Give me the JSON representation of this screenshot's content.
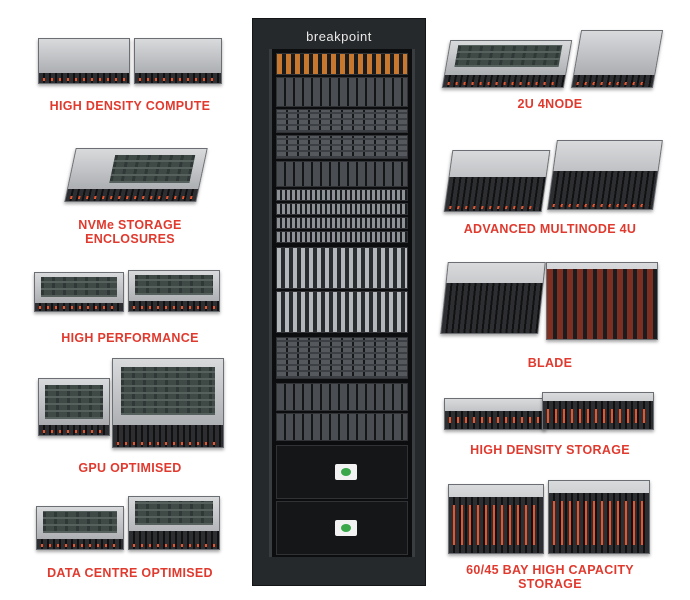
{
  "rack": {
    "brand": "breakpoint"
  },
  "left_products": [
    {
      "label": "HIGH DENSITY COMPUTE"
    },
    {
      "label": "NVMe STORAGE\nENCLOSURES"
    },
    {
      "label": "HIGH PERFORMANCE"
    },
    {
      "label": "GPU OPTIMISED"
    },
    {
      "label": "DATA CENTRE OPTIMISED"
    }
  ],
  "right_products": [
    {
      "label": "2U 4NODE"
    },
    {
      "label": "ADVANCED MULTINODE 4U"
    },
    {
      "label": "BLADE"
    },
    {
      "label": "HIGH DENSITY STORAGE"
    },
    {
      "label": "60/45 BAY HIGH CAPACITY\nSTORAGE"
    }
  ],
  "colors": {
    "label": "#e03a2f",
    "rack": "#26292b"
  }
}
